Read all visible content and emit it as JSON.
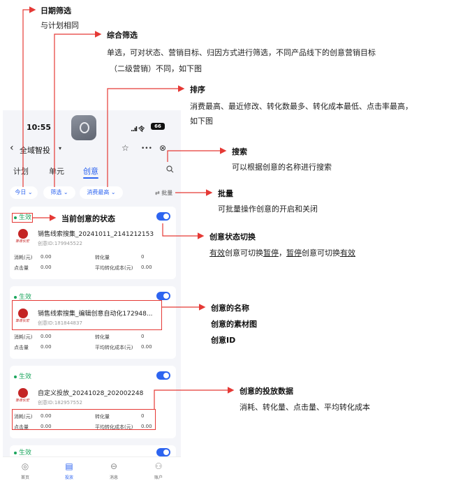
{
  "phone": {
    "status_bar": {
      "time": "10:55",
      "signal": "..ıl 令",
      "battery": "66"
    },
    "navbar": {
      "back": "‹",
      "title": "全域智投",
      "caret": "▾",
      "fav_icon": "☆",
      "more_icon": "•••",
      "close_icon": "⊗"
    },
    "tabs": [
      {
        "label": "计划"
      },
      {
        "label": "单元"
      },
      {
        "label": "创意",
        "active": true
      }
    ],
    "filters": {
      "date": "今日 ⌄",
      "filter": "筛选 ⌄",
      "sort": "消费最高 ⌄",
      "batch": "⇄ 批量"
    },
    "cards": [
      {
        "status": "生效",
        "name": "销售线索搜集_20241011_2141212153",
        "id": "创意ID:179945522",
        "thumb_text": "筆尋伙宏",
        "toggle_on": true,
        "metrics": {
          "cost_label": "消耗(元)",
          "cost": "0.00",
          "conv_label": "转化量",
          "conv": "0",
          "click_label": "点击量",
          "click": "0.00",
          "avg_label": "平均转化成本(元)",
          "avg": "0.00"
        }
      },
      {
        "status": "生效",
        "name": "销售线索搜集_编辑创意自动化172948...",
        "id": "创意ID:181844837",
        "thumb_text": "筆尋伙宏",
        "toggle_on": true,
        "metrics": {
          "cost_label": "消耗(元)",
          "cost": "0.00",
          "conv_label": "转化量",
          "conv": "0",
          "click_label": "点击量",
          "click": "0.00",
          "avg_label": "平均转化成本(元)",
          "avg": "0.00"
        }
      },
      {
        "status": "生效",
        "name": "自定义投放_20241028_202002248",
        "id": "创意ID:182957552",
        "thumb_text": "筆尋伙宏",
        "toggle_on": true,
        "metrics": {
          "cost_label": "消耗(元)",
          "cost": "0.00",
          "conv_label": "转化量",
          "conv": "0",
          "click_label": "点击量",
          "click": "0.00",
          "avg_label": "平均转化成本(元)",
          "avg": "0.00"
        }
      },
      {
        "status": "生效",
        "toggle_on": true
      }
    ],
    "tabbar": [
      {
        "icon": "◎",
        "label": "首页"
      },
      {
        "icon": "▤",
        "label": "投放",
        "active": true
      },
      {
        "icon": "⊖",
        "label": "消息"
      },
      {
        "icon": "⚇",
        "label": "账户"
      }
    ]
  },
  "annotations": {
    "date": {
      "title": "日期筛选",
      "desc": "与计划相同"
    },
    "combo": {
      "title": "综合筛选",
      "desc1": "单选，可对状态、营销目标、归因方式进行筛选，不同产品线下的创意营销目标",
      "desc2": "（二级营销）不同，如下图"
    },
    "sort": {
      "title": "排序",
      "desc1": "消费最高、最近修改、转化数最多、转化成本最低、点击率最高，",
      "desc2": "如下图"
    },
    "search": {
      "title": "搜索",
      "desc": "可以根据创意的名称进行搜索"
    },
    "batch": {
      "title": "批量",
      "desc": "可批量操作创意的开启和关闭"
    },
    "status": {
      "title": "当前创意的状态"
    },
    "toggle": {
      "title": "创意状态切换",
      "desc_a": "有效",
      "desc_b": "创意可切换",
      "desc_c": "暂停",
      "desc_d": "，",
      "desc_e": "暂停",
      "desc_f": "创意可切换",
      "desc_g": "有效"
    },
    "name": {
      "title": "创意的名称",
      "line2": "创意的素材图",
      "line3": "创意ID"
    },
    "data": {
      "title": "创意的投放数据",
      "desc": "消耗、转化量、点击量、平均转化成本"
    }
  }
}
